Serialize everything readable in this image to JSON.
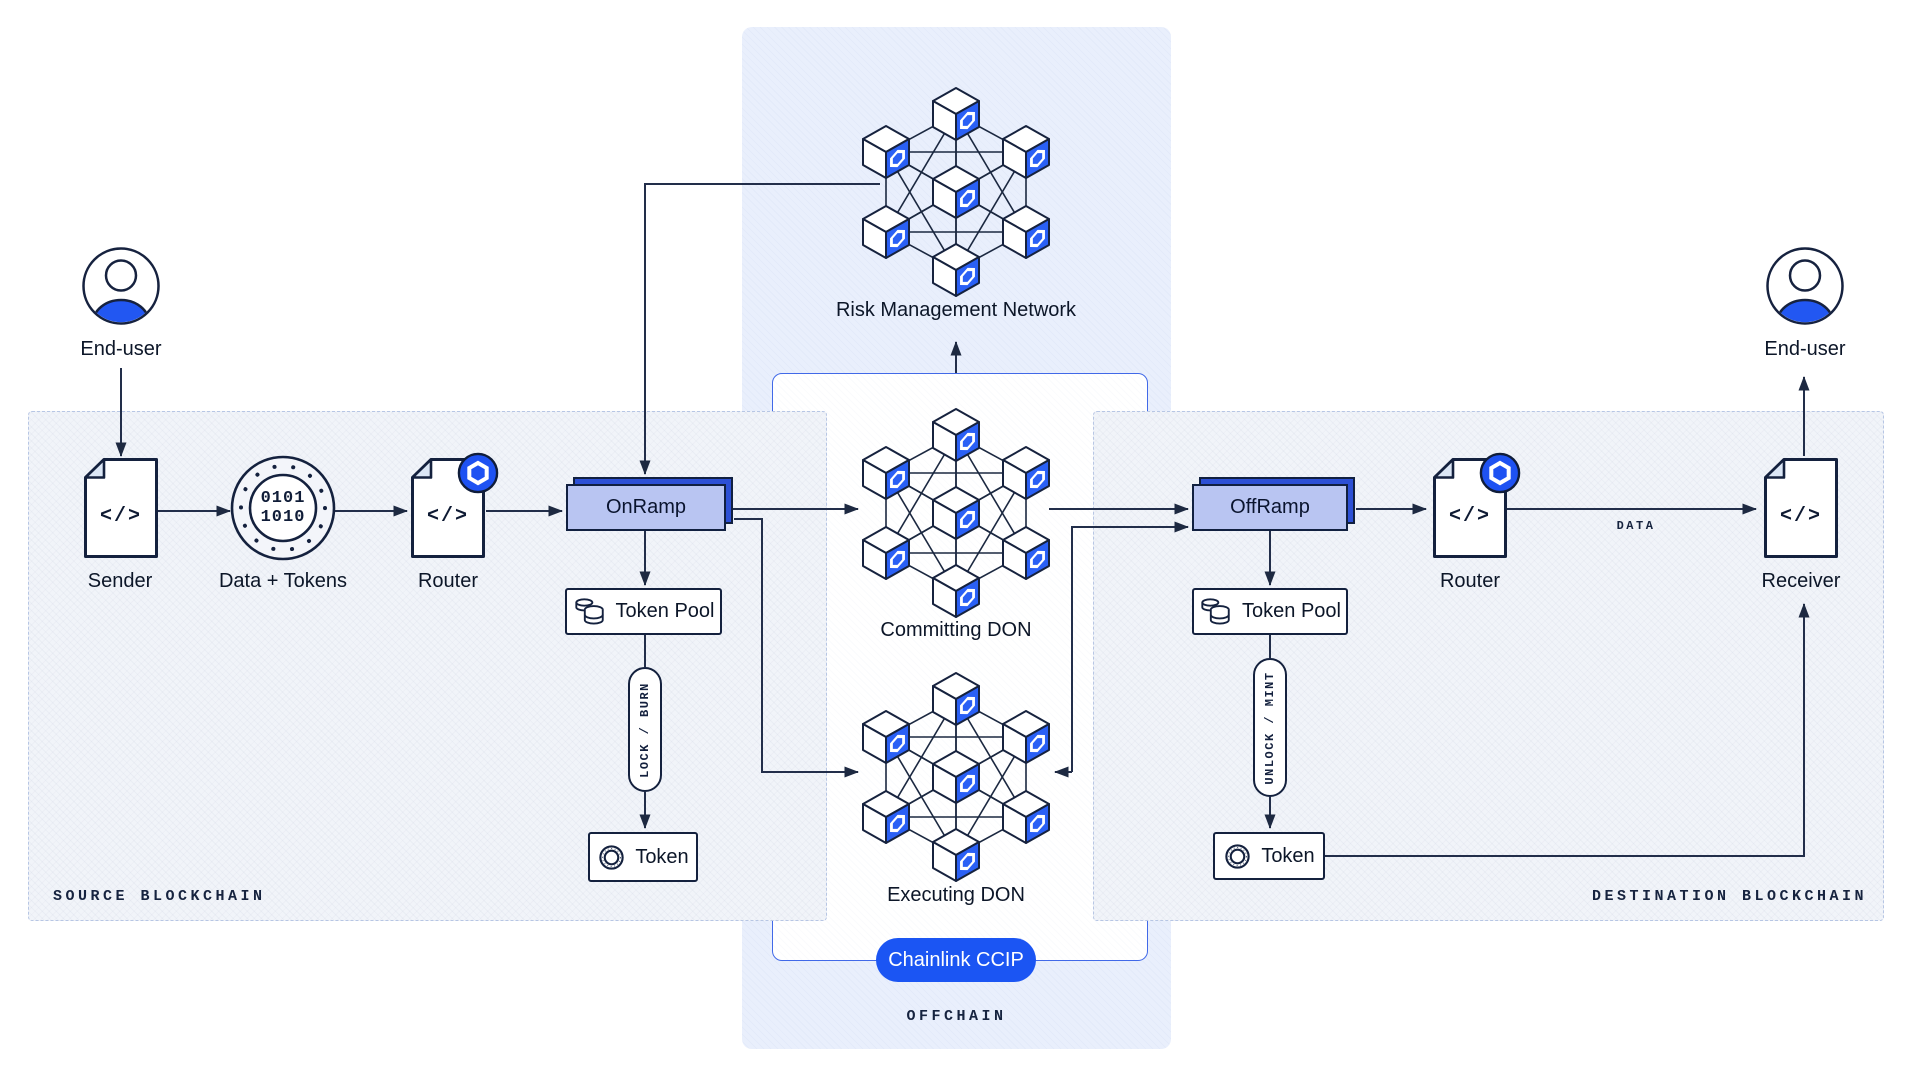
{
  "source": {
    "region_label": "SOURCE BLOCKCHAIN",
    "end_user_label": "End-user",
    "sender_label": "Sender",
    "data_tokens_label": "Data + Tokens",
    "binary_line1": "0101",
    "binary_line2": "1010",
    "router_label": "Router",
    "onramp_label": "OnRamp",
    "token_pool_label": "Token Pool",
    "lock_burn_label": "LOCK / BURN",
    "token_label": "Token"
  },
  "offchain": {
    "region_label": "OFFCHAIN",
    "risk_management_label": "Risk Management Network",
    "committing_don_label": "Committing DON",
    "executing_don_label": "Executing DON",
    "ccip_badge_label": "Chainlink CCIP"
  },
  "destination": {
    "region_label": "DESTINATION BLOCKCHAIN",
    "offramp_label": "OffRamp",
    "token_pool_label": "Token Pool",
    "unlock_mint_label": "UNLOCK / MINT",
    "token_label": "Token",
    "router_label": "Router",
    "data_edge_label": "DATA",
    "receiver_label": "Receiver",
    "end_user_label": "End-user"
  },
  "icons": {
    "code_glyph": "</>"
  },
  "colors": {
    "chainlink_cube_blue": "#2a60f5",
    "badge_blue": "#1e52f2",
    "ccip_pill_blue": "#1b55f3",
    "ramp_fill": "#b9c5f2",
    "ramp_shadow": "#2d50d5",
    "line_dark": "#222e4a",
    "offchain_bg": "#e9effc",
    "region_bg": "#f1f4f9",
    "person_blue": "#2257f2"
  }
}
